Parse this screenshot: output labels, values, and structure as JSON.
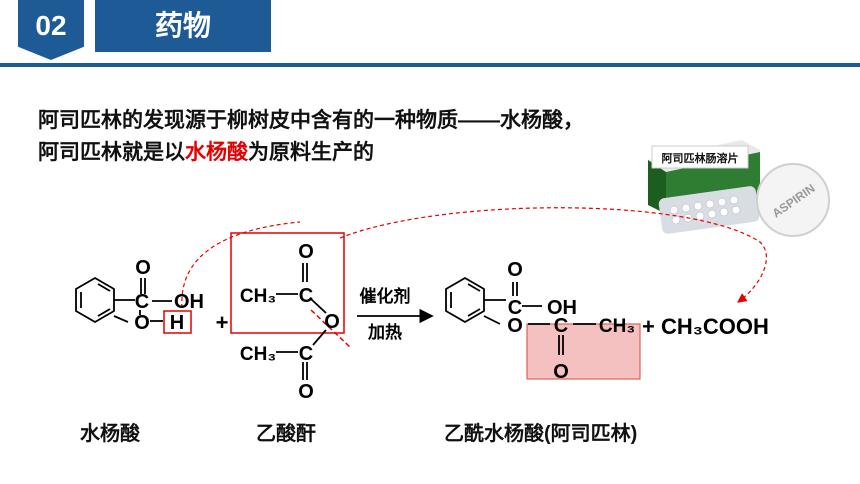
{
  "header": {
    "section_number": "02",
    "title": "药物"
  },
  "intro": {
    "line1": "阿司匹林的发现源于柳树皮中含有的一种物质——水杨酸，",
    "line2_prefix": "阿司匹林就是以",
    "line2_highlight": "水杨酸",
    "line2_suffix": "为原料生产的"
  },
  "product_image": {
    "box_label": "阿司匹林肠溶片",
    "tablet_text": "ASPIRIN"
  },
  "reaction": {
    "reagent1": {
      "atom_o": "O",
      "atom_c": "C",
      "atom_oh": "OH",
      "atom_o2": "O",
      "atom_h": "H"
    },
    "plus1": "+",
    "reagent2": {
      "ch3_top": "CH₃",
      "c_top": "C",
      "o_top": "O",
      "o_mid": "O",
      "ch3_bottom": "CH₃",
      "c_bottom": "C",
      "o_bottom": "O"
    },
    "condition_top": "催化剂",
    "condition_bottom": "加热",
    "product": {
      "atom_o": "O",
      "atom_c": "C",
      "atom_oh": "OH",
      "atom_o2": "O",
      "atom_c2": "C",
      "ch3": "CH₃",
      "atom_o3": "O"
    },
    "byproduct": "+ CH₃COOH"
  },
  "captions": {
    "salicylic_acid": "水杨酸",
    "acetic_anhydride": "乙酸酐",
    "aspirin": "乙酰水杨酸(阿司匹林)"
  },
  "colors": {
    "brand": "#1e5a96",
    "highlight": "#e60000"
  }
}
